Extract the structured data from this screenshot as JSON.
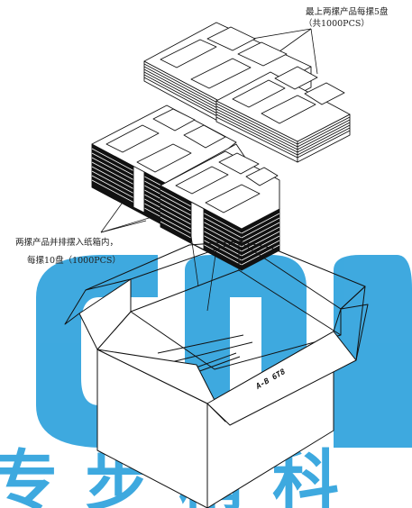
{
  "annotations": {
    "top_line1": "最上两摞产品每摞5盘",
    "top_line2": "（共1000PCS）",
    "left_line1": "两摞产品并排摆入纸箱内，",
    "left_line2": "每摞10盘（1000PCS）"
  },
  "box_label": "A-B 6T8",
  "watermark": {
    "brand": "cnn",
    "chinese": "专步精科",
    "color": "#2aa0dc"
  },
  "colors": {
    "line": "#111111",
    "tray_top": "#ffffff"
  }
}
